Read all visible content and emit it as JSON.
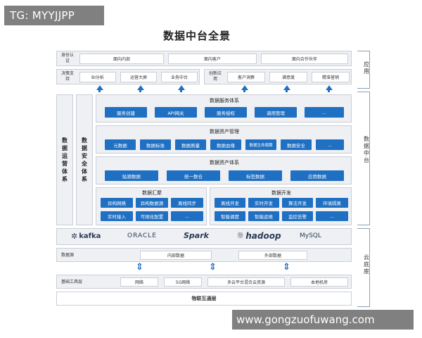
{
  "watermark_top": "TG: MYYJJPP",
  "watermark_bottom": "www.gongzuofuwang.com",
  "title": "数据中台全景",
  "side_labels": {
    "app": "应用",
    "middle": "数据中台",
    "cloud": "云底座"
  },
  "row_auth": {
    "label": "身份认证",
    "items": [
      "面向内部",
      "面向客户",
      "面向合作伙伴"
    ]
  },
  "row_decision": {
    "label": "决策支持",
    "items": [
      "BI分析",
      "运营大屏",
      "业务中台"
    ],
    "label2": "创新应用",
    "items2": [
      "客户洞察",
      "满意度",
      "精准营销"
    ]
  },
  "left_cols": {
    "ops": "数据运营体系",
    "security": "数据安全体系"
  },
  "service": {
    "title": "数据服务体系",
    "items": [
      "服务创建",
      "API网关",
      "服务授权",
      "调用管理",
      "..."
    ]
  },
  "asset_mgmt": {
    "title": "数据资产管理",
    "items": [
      "元数据",
      "数据标准",
      "数据质量",
      "数据血缘",
      "数据生命周期",
      "数据安全",
      "..."
    ]
  },
  "asset_system": {
    "title": "数据资产体系",
    "items": [
      "贴源数据",
      "统一数仓",
      "标签数据",
      "应用数据"
    ]
  },
  "collect": {
    "title": "数据汇聚",
    "items": [
      "异构网络",
      "异构数据源",
      "离线同步",
      "实时接入",
      "可视化配置",
      "..."
    ]
  },
  "develop": {
    "title": "数据开发",
    "items": [
      "离线开发",
      "实时开发",
      "算法开发",
      "环境隔离",
      "智能调度",
      "智能运维",
      "监控告警",
      "..."
    ]
  },
  "logos": [
    "kafka",
    "ORACLE",
    "Spark",
    "hadoop",
    "MySQL"
  ],
  "datasource": {
    "label": "数据源",
    "internal": "内部数据",
    "external": "外部数据"
  },
  "infra": {
    "label": "基础工具层",
    "items": [
      "网络",
      "5G网络",
      "多云平台混合云资源",
      "本地机房"
    ]
  },
  "iot": "物联互通层"
}
